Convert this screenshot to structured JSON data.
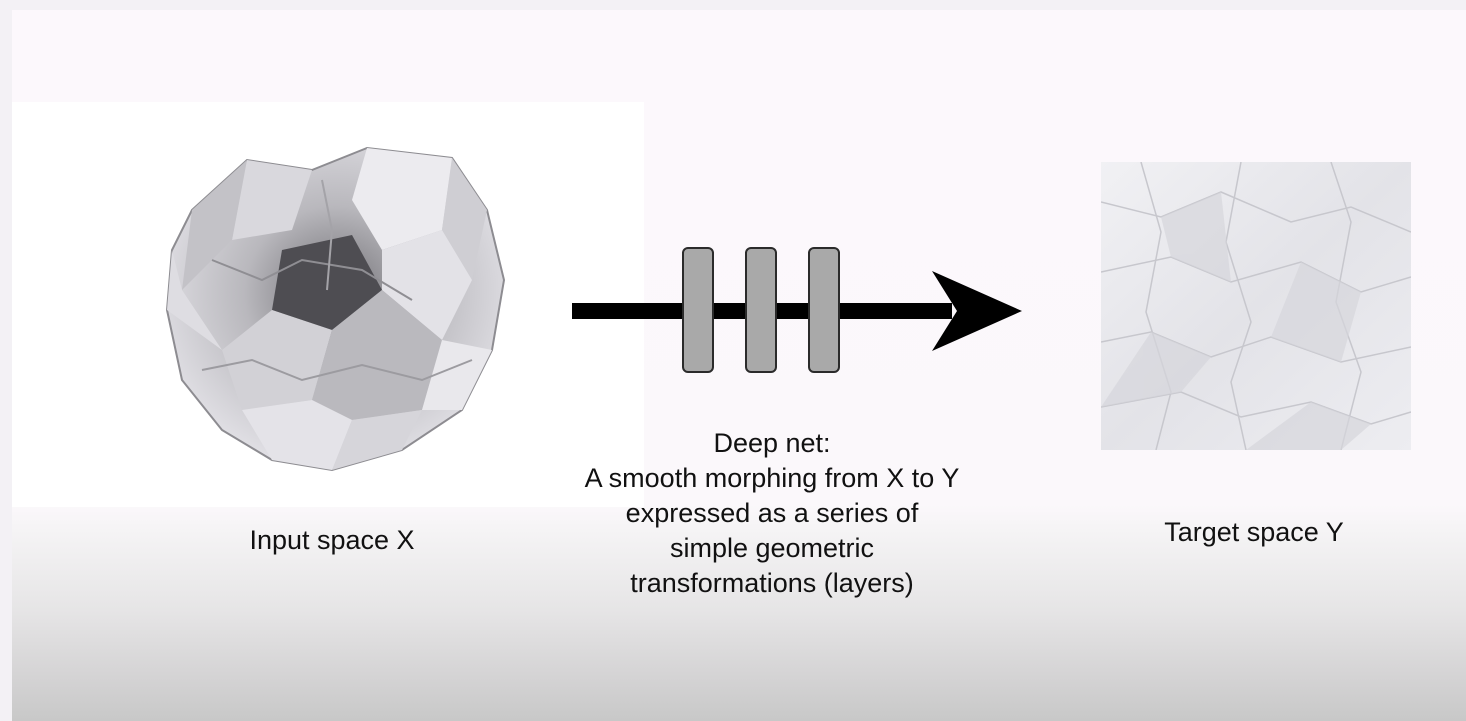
{
  "diagram": {
    "input": {
      "label": "Input space X",
      "image_description": "crumpled-paper-ball"
    },
    "target": {
      "label": "Target space Y",
      "image_description": "flattened-crumpled-paper-sheet"
    },
    "net": {
      "layer_count": 3,
      "layer_color": "#a9a9a9",
      "arrow_color": "#000000",
      "caption_lines": [
        "Deep net:",
        "A smooth morphing from X to Y",
        "expressed as a series of",
        "simple geometric",
        "transformations (layers)"
      ]
    }
  }
}
